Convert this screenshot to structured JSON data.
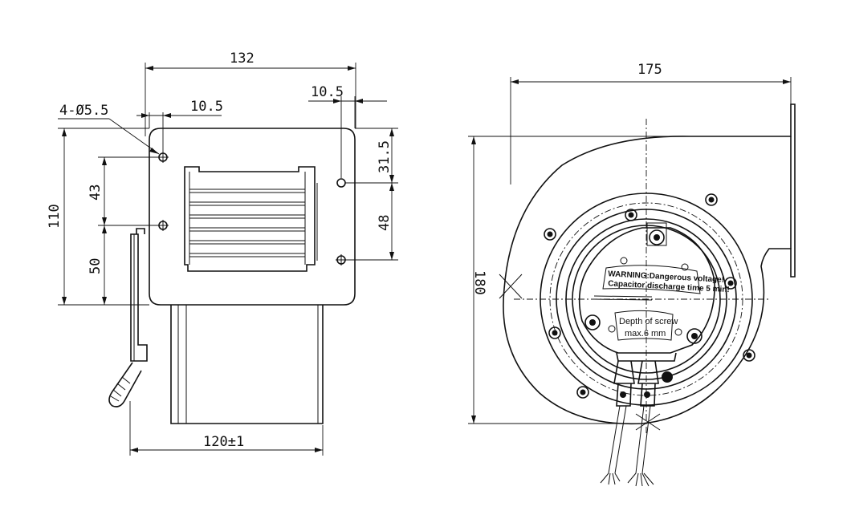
{
  "dimensions": {
    "overall_width_left": "132",
    "hole_spec": "4-Ø5.5",
    "offset_left": "10.5",
    "offset_right": "10.5",
    "height_left": "110",
    "hole_spacing_v": "43",
    "bottom_hole": "50",
    "top_offset": "31.5",
    "right_spacing": "48",
    "bottom_width": "120±1",
    "overall_width_right": "175",
    "overall_height_right": "180"
  },
  "labels": {
    "warning_line1": "WARNING:Dangerous voltage!",
    "warning_line2": "Capacitor discharge time 5 min!",
    "screw_line1": "Depth of screw",
    "screw_line2": "max.6 mm"
  }
}
